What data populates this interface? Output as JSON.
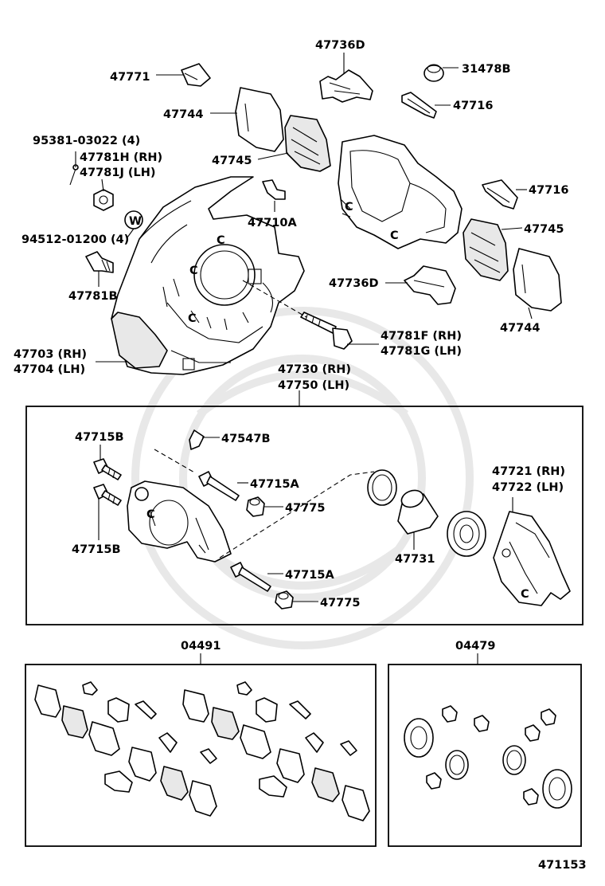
{
  "diagram_id": "471153",
  "labels": {
    "p47771": "47771",
    "p47736d_top": "47736D",
    "p31478b": "31478B",
    "p47716_top": "47716",
    "p47744_top": "47744",
    "p47745_top": "47745",
    "p95381": "95381-03022 (4)",
    "p47781h": "47781H (RH)",
    "p47781j": "47781J (LH)",
    "p47710a": "47710A",
    "p47716_mid": "47716",
    "p47745_right": "47745",
    "p94512": "94512-01200 (4)",
    "p47781b": "47781B",
    "p47736d_mid": "47736D",
    "p47744_right": "47744",
    "p47781f": "47781F (RH)",
    "p47781g": "47781G (LH)",
    "p47703": "47703 (RH)",
    "p47704": "47704 (LH)",
    "p47730": "47730 (RH)",
    "p47750": "47750 (LH)",
    "p47715b_top": "47715B",
    "p47547b": "47547B",
    "p47715a_top": "47715A",
    "p47775_top": "47775",
    "p47715b_bot": "47715B",
    "p47731": "47731",
    "p47721": "47721 (RH)",
    "p47722": "47722 (LH)",
    "p47715a_bot": "47715A",
    "p47775_bot": "47775",
    "kit_pads": "04491",
    "kit_seals": "04479",
    "shield_c1": "C",
    "shield_c2": "C",
    "shield_c3": "C",
    "caliper_c1": "C",
    "bracket_c1": "C",
    "bracket_c2": "C",
    "bracket_c3": "C",
    "washer_w": "W"
  }
}
